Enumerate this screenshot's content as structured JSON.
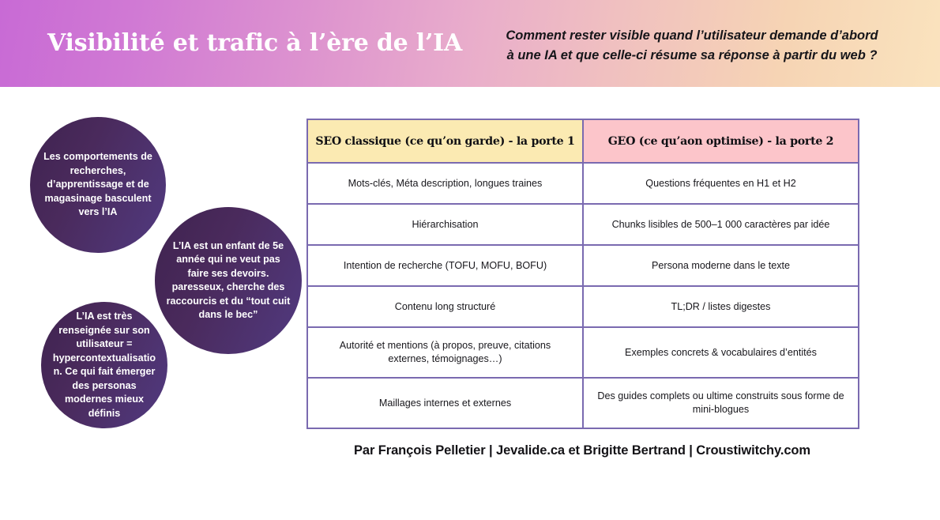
{
  "banner": {
    "title": "Visibilité et trafic à l’ère de l’IA",
    "subtitle_line1": "Comment rester visible quand l’utilisateur demande d’abord",
    "subtitle_line2": "à une IA et que celle-ci résume sa réponse à partir du web ?",
    "gradient_start": "#c86ad5",
    "gradient_mid": "#e9adcb",
    "gradient_end": "#fae3be"
  },
  "bubbles": [
    {
      "id": "bubble-1",
      "text": "Les comportements de recherches, d’apprentissage et de magasinage basculent vers l’IA",
      "color_start": "#3f2350",
      "color_end": "#513a80"
    },
    {
      "id": "bubble-2",
      "text": "L’IA est un enfant de 5e année qui ne veut  pas faire ses devoirs.\nparesseux, cherche des raccourcis et du  “tout cuit dans le bec”",
      "color_start": "#3f2350",
      "color_end": "#513a80"
    },
    {
      "id": "bubble-3",
      "text": "L’IA est très renseignée sur son utilisateur = hypercontextualisatio n. Ce qui fait émerger des personas modernes mieux définis",
      "color_start": "#3f2350",
      "color_end": "#513a80"
    }
  ],
  "table": {
    "headers": {
      "seo": "SEO classique (ce qu’on garde) - la porte 1",
      "geo": "GEO (ce qu’aon optimise) - la porte 2"
    },
    "header_bg_seo": "#fbeab2",
    "header_bg_geo": "#fcc5ca",
    "border_color": "#7a6ab0",
    "rows": [
      {
        "seo": "Mots-clés, Méta description, longues traines",
        "geo": "Questions fréquentes en H1 et H2"
      },
      {
        "seo": "Hiérarchisation",
        "geo": "Chunks lisibles de 500–1 000 caractères par idée"
      },
      {
        "seo": "Intention de recherche (TOFU, MOFU, BOFU)",
        "geo": "Persona moderne dans le texte"
      },
      {
        "seo": "Contenu long structuré",
        "geo": "TL;DR / listes digestes"
      },
      {
        "seo": "Autorité et mentions (à propos, preuve, citations externes, témoignages…)",
        "geo": "Exemples concrets & vocabulaires d’entités"
      },
      {
        "seo": "Maillages internes et externes",
        "geo": "Des guides complets ou ultime construits sous forme de mini-blogues"
      }
    ]
  },
  "credit": "Par François Pelletier | Jevalide.ca et Brigitte Bertrand | Croustiwitchy.com"
}
